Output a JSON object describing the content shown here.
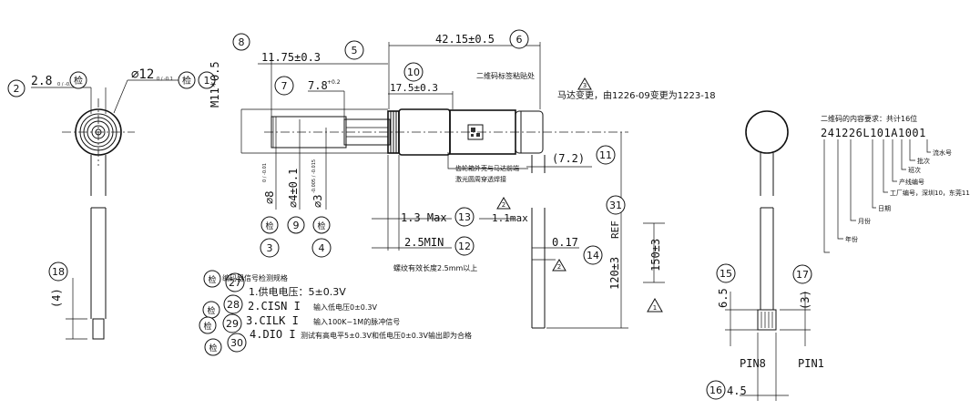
{
  "balloons": {
    "b1": "1",
    "b2": "2",
    "b3": "3",
    "b4": "4",
    "b5": "5",
    "b6": "6",
    "b7": "7",
    "b8": "8",
    "b9": "9",
    "b10": "10",
    "b11": "11",
    "b12": "12",
    "b13": "13",
    "b14": "14",
    "b15": "15",
    "b16": "16",
    "b17": "17",
    "b18": "18",
    "b27": "27",
    "b28": "28",
    "b29": "29",
    "b30": "30",
    "b31": "31"
  },
  "inspect_mark": "检",
  "dims": {
    "d_2_8": "2.8",
    "d_2_8_tol": "0 / -0.1",
    "d_phi12": "∅12",
    "d_phi12_tol": "0 / -0.1",
    "d_11_75": "11.75±0.3",
    "d_42_15": "42.15±0.5",
    "d_7_8": "7.8",
    "d_7_8_tol": "+0.2",
    "d_17_5": "17.5±0.3",
    "d_m11": "M11*0.5",
    "d_phi8": "∅8",
    "d_phi8_tol": "0 / -0.01",
    "d_phi4": "∅4±0.1",
    "d_phi3": "∅3",
    "d_phi3_tol": "-0.005 / -0.015",
    "d_7_2": "(7.2)",
    "d_1_3": "1.3 Max",
    "d_1max": "1.1max",
    "d_2_5min": "2.5MIN",
    "d_0_17": "0.17",
    "d_120": "120±3",
    "d_ref": "REF",
    "d_150": "150±3",
    "d_6_5": "6.5",
    "d_3": "(3)",
    "d_4": "(4)",
    "d_4_5": "4.5"
  },
  "revision": {
    "mark": "3",
    "text": "马达变更，由1226-09变更为1223-18"
  },
  "rev_marks": {
    "r2a": "2",
    "r2b": "2",
    "r1": "1"
  },
  "notes": {
    "qr_label": "二维码标签粘贴处",
    "gearbox_note1": "齿轮箱外壳与马达前端",
    "gearbox_note2": "激光圆周穿透焊接",
    "thread_note": "螺纹有效长度2.5mm以上",
    "encoder_title": "编码器信号检测规格",
    "enc1": "1.供电电压：5±0.3V",
    "enc2_code": "2.CISN I",
    "enc2_desc": "输入低电压0±0.3V",
    "enc3_code": "3.CILK I",
    "enc3_desc": "输入100K~1M的脉冲信号",
    "enc4_code": "4.DIO I",
    "enc4_desc": "测试有高电平5±0.3V和低电压0±0.3V输出即为合格"
  },
  "qr_spec": {
    "title": "二维码的内容要求：共计16位",
    "code": "241226L101A1001",
    "labels": {
      "serial": "流水号",
      "batch": "批次",
      "shift": "班次",
      "line": "产线编号",
      "factory": "工厂编号，深圳10，东莞11",
      "day": "日期",
      "month": "月份",
      "year": "年份"
    }
  },
  "pins": {
    "pin8": "PIN8",
    "pin1": "PIN1"
  }
}
